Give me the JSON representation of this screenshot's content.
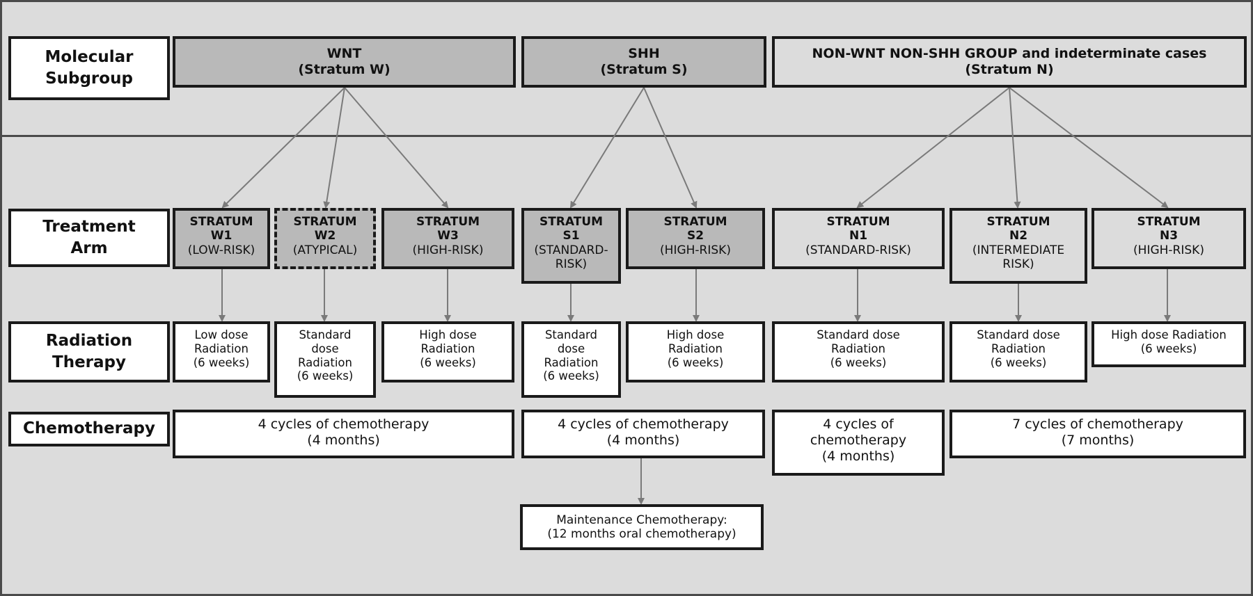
{
  "rows": {
    "molecular": "Molecular Subgroup",
    "treatment": "Treatment Arm",
    "radiation": "Radiation Therapy",
    "chemo": "Chemotherapy"
  },
  "groups": {
    "wnt": {
      "name": "WNT",
      "stratum": "(Stratum W)"
    },
    "shh": {
      "name": "SHH",
      "stratum": "(Stratum S)"
    },
    "non": {
      "name": "NON-WNT NON-SHH GROUP and indeterminate cases",
      "stratum": "(Stratum N)"
    }
  },
  "arms": {
    "w1": {
      "title": "STRATUM",
      "code": "W1",
      "risk": "(LOW-RISK)"
    },
    "w2": {
      "title": "STRATUM",
      "code": "W2",
      "risk": "(ATYPICAL)"
    },
    "w3": {
      "title": "STRATUM",
      "code": "W3",
      "risk": "(HIGH-RISK)"
    },
    "s1": {
      "title": "STRATUM",
      "code": "S1",
      "risk1": "(STANDARD-",
      "risk2": "RISK)"
    },
    "s2": {
      "title": "STRATUM",
      "code": "S2",
      "risk": "(HIGH-RISK)"
    },
    "n1": {
      "title": "STRATUM",
      "code": "N1",
      "risk": "(STANDARD-RISK)"
    },
    "n2": {
      "title": "STRATUM",
      "code": "N2",
      "risk1": "(INTERMEDIATE",
      "risk2": "RISK)"
    },
    "n3": {
      "title": "STRATUM",
      "code": "N3",
      "risk": "(HIGH-RISK)"
    }
  },
  "radiation": {
    "w1": [
      "Low dose",
      "Radiation",
      "(6 weeks)"
    ],
    "w2": [
      "Standard",
      "dose",
      "Radiation",
      "(6 weeks)"
    ],
    "w3": [
      "High dose",
      "Radiation",
      "(6 weeks)"
    ],
    "s1": [
      "Standard",
      "dose",
      "Radiation",
      "(6 weeks)"
    ],
    "s2": [
      "High dose",
      "Radiation",
      "(6 weeks)"
    ],
    "n1": [
      "Standard dose",
      "Radiation",
      "(6 weeks)"
    ],
    "n2": [
      "Standard dose",
      "Radiation",
      "(6 weeks)"
    ],
    "n3": [
      "High dose Radiation",
      "(6 weeks)"
    ]
  },
  "chemo": {
    "w": [
      "4 cycles of chemotherapy",
      "(4 months)"
    ],
    "s": [
      "4 cycles of chemotherapy",
      "(4 months)"
    ],
    "n1": [
      "4 cycles of",
      "chemotherapy",
      "(4 months)"
    ],
    "n23": [
      "7 cycles of chemotherapy",
      "(7 months)"
    ]
  },
  "maintenance": [
    "Maintenance Chemotherapy:",
    "(12 months oral chemotherapy)"
  ],
  "colors": {
    "panel": "#dcdcdc",
    "dark_box": "#b9b9b9",
    "arrow": "#7a7a7a",
    "border": "#1a1a1a"
  }
}
